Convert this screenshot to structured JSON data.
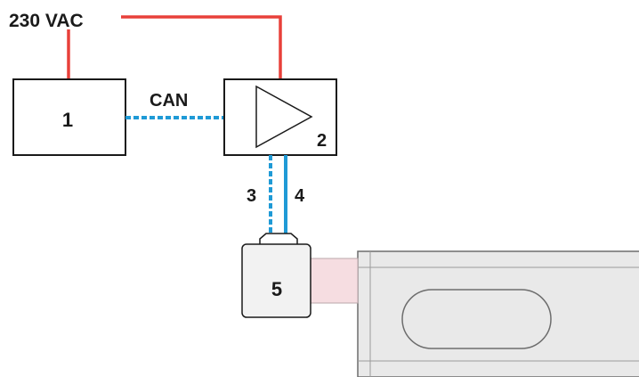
{
  "power": {
    "label": "230 VAC"
  },
  "bus": {
    "label": "CAN"
  },
  "components": {
    "unit1": {
      "number": "1"
    },
    "amplifier": {
      "number": "2"
    },
    "sensor": {
      "number": "5"
    }
  },
  "connections": {
    "line3": {
      "number": "3"
    },
    "line4": {
      "number": "4"
    }
  },
  "colors": {
    "power_line": "#e8403a",
    "can_line": "#1f9ad6",
    "signal_line": "#1f9ad6",
    "box_stroke": "#1a1a1a",
    "rail_fill": "#e9e9e9",
    "rail_stroke": "#6d6d6d",
    "adapter_fill": "#f6dde1",
    "sensor_fill": "#f2f2f2"
  }
}
